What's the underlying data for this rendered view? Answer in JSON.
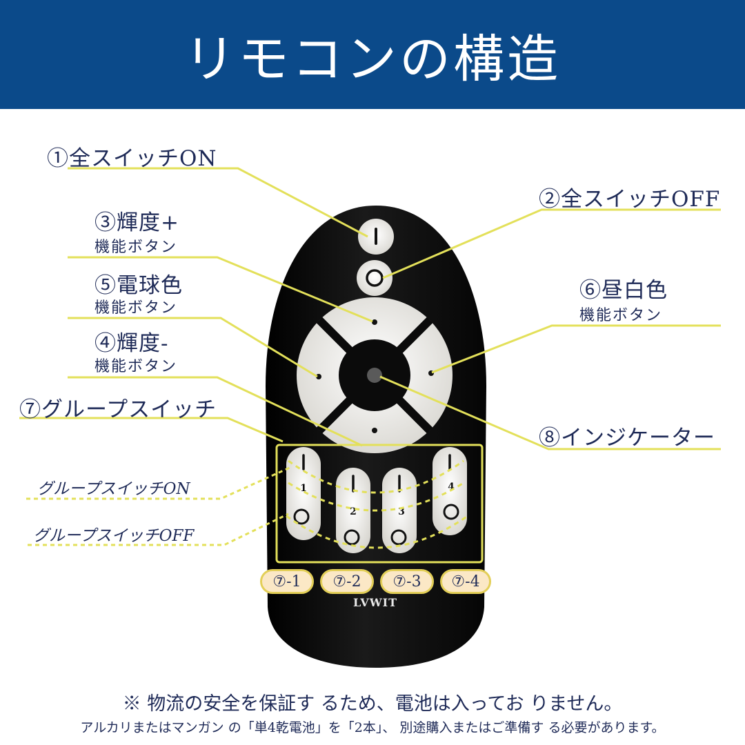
{
  "header": {
    "title": "リモコンの構造"
  },
  "labels": {
    "all_on": "①全スイッチON",
    "all_off": "②全スイッチOFF",
    "brightness_up": "③輝度+",
    "brightness_up_sub": "機能ボタン",
    "warm": "⑤電球色",
    "warm_sub": "機能ボタン",
    "brightness_down": "④輝度-",
    "brightness_down_sub": "機能ボタン",
    "daylight": "⑥昼白色",
    "daylight_sub": "機能ボタン",
    "group_switch": "⑦グループスイッチ",
    "indicator": "⑧インジケーター",
    "group_on": "グループスイッチON",
    "group_off": "グループスイッチOFF"
  },
  "group_numbers": [
    "1",
    "2",
    "3",
    "4"
  ],
  "group_tags": [
    "⑦-1",
    "⑦-2",
    "⑦-3",
    "⑦-4"
  ],
  "brand": "LVWIT",
  "footnote": {
    "line1": "※ 物流の安全を保証す るため、電池は入ってお りません。",
    "line2": "アルカリまたはマンガン の「単4乾電池」を「2本」、 別途購入またはご準備す る必要があります。"
  },
  "colors": {
    "header_bg": "#0b4a8a",
    "accent_line": "#e3e05a",
    "remote_body": "#0b0b0b",
    "button_face": "#ecebe8",
    "text": "#1e2a57",
    "tag_bg": "#fbe8c6"
  }
}
